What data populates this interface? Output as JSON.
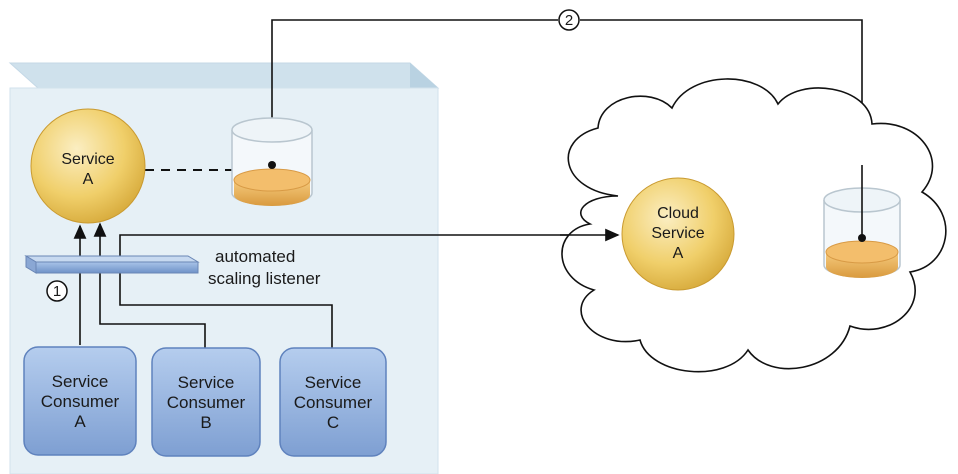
{
  "service": {
    "line1": "Service",
    "line2": "A"
  },
  "cloud_service": {
    "line1": "Cloud",
    "line2": "Service",
    "line3": "A"
  },
  "listener": {
    "line1": "automated",
    "line2": "scaling listener"
  },
  "steps": {
    "one": "1",
    "two": "2"
  },
  "consumers": [
    {
      "line1": "Service",
      "line2": "Consumer",
      "line3": "A"
    },
    {
      "line1": "Service",
      "line2": "Consumer",
      "line3": "B"
    },
    {
      "line1": "Service",
      "line2": "Consumer",
      "line3": "C"
    }
  ],
  "colors": {
    "panel_front": "#e6f0f6",
    "panel_top": "#cfe1ec",
    "panel_side": "#b9d2e2",
    "consumer_fill": "#8fb0dd",
    "service_fill": "#f3d98a",
    "storage_fill": "#f0b865",
    "line": "#111111"
  }
}
